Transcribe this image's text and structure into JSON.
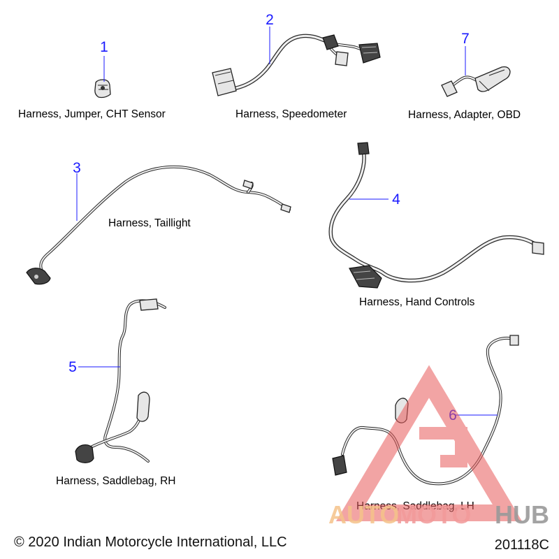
{
  "parts": [
    {
      "number": "1",
      "label": "Harness, Jumper, CHT Sensor"
    },
    {
      "number": "2",
      "label": "Harness, Speedometer"
    },
    {
      "number": "7",
      "label": "Harness, Adapter, OBD"
    },
    {
      "number": "3",
      "label": "Harness, Taillight"
    },
    {
      "number": "4",
      "label": "Harness, Hand Controls"
    },
    {
      "number": "5",
      "label": "Harness, Saddlebag, RH"
    },
    {
      "number": "6",
      "label": "Harness, Saddlebag, LH"
    }
  ],
  "footer": {
    "copyright": "© 2020 Indian Motorcycle International, LLC",
    "diagram_id": "201118C"
  },
  "watermark": {
    "word_a": "AUTO",
    "word_b": "MOTO",
    "word_c": "HUB",
    "color_a": "#f5c38a",
    "color_b": "#f29a9a",
    "color_c": "#9a9a9a",
    "triangle_color": "#e85a5a"
  },
  "colors": {
    "callout": "#1a1aff",
    "text": "#000000",
    "background": "#ffffff"
  }
}
